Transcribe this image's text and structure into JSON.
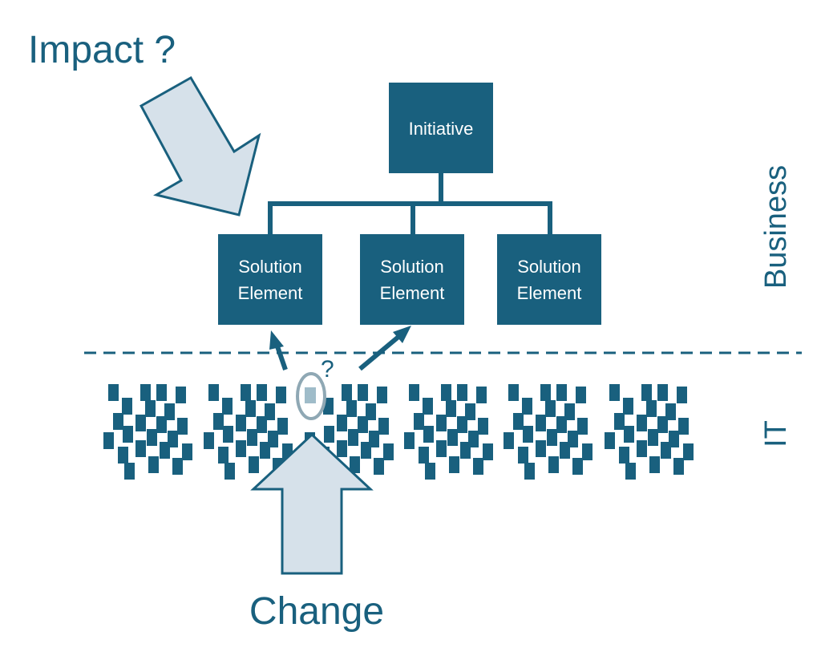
{
  "labels": {
    "impact": "Impact ?",
    "change": "Change",
    "business": "Business",
    "it": "IT",
    "question": "?"
  },
  "initiative": {
    "label": "Initiative"
  },
  "solution_elements": [
    {
      "line1": "Solution",
      "line2": "Element"
    },
    {
      "line1": "Solution",
      "line2": "Element"
    },
    {
      "line1": "Solution",
      "line2": "Element"
    }
  ],
  "colors": {
    "primary": "#19607e",
    "arrow_fill": "#d6e1ea",
    "highlight_fill": "#9fbcc9",
    "highlight_stroke": "#8fa8b4",
    "box_text": "#ffffff"
  }
}
